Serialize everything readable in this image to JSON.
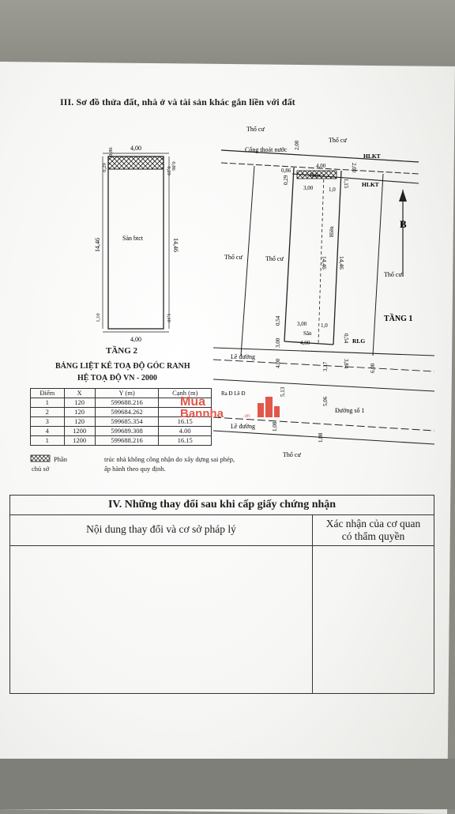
{
  "section3": {
    "title": "III. Sơ đồ thửa đất, nhà ở và tài sản khác gắn liền với đất"
  },
  "floor2": {
    "caption": "TẦNG 2",
    "room_label": "Sàn btct",
    "dim_top": "4,00",
    "dim_bottom": "4,00",
    "dim_left": "14,46",
    "dim_right": "14,46",
    "dim_tl_a": "0,29",
    "dim_tl_b": "0,86",
    "dim_tr_a": "0,29",
    "dim_tr_b": "0,86",
    "dim_bl": "1,10",
    "dim_br": "1,10"
  },
  "coord_table": {
    "title1": "BẢNG LIỆT KÊ TOẠ ĐỘ GÓC RANH",
    "title2": "HỆ TOẠ ĐỘ VN - 2000",
    "headers": [
      "Điểm",
      "X",
      "Y (m)",
      "Cạnh (m)"
    ],
    "rows": [
      {
        "pt": "1",
        "x": "120",
        "y": "599688.216",
        "edge": ""
      },
      {
        "pt": "2",
        "x": "120",
        "y": "599684.262",
        "edge": ""
      },
      {
        "pt": "3",
        "x": "120",
        "y": "599685.354",
        "edge": "16.15"
      },
      {
        "pt": "4",
        "x": "1200",
        "y": "599689.308",
        "edge": "4.00"
      },
      {
        "pt": "1",
        "x": "1200",
        "y": "599688.216",
        "edge": "16.15"
      }
    ],
    "note_line1": "Phần",
    "note_line1b": "trúc nhà không công nhận do xây dựng sai phép,",
    "note_line2": "chủ sở",
    "note_line2b": "ấp hành theo quy định."
  },
  "site_plan": {
    "tho_cu_top1": "Thổ cư",
    "tho_cu_top2": "Thổ cư",
    "cong_thoat_nuoc": "Cống thoát nước",
    "hlkt_top": "HLKT",
    "hlkt_mid": "HLKT",
    "tho_cu_left": "Thổ cư",
    "tho_cu_mid": "Thổ cư",
    "tho_cu_right": "Thổ cư",
    "tho_cu_bottom": "Thổ cư",
    "north": "B",
    "floor1_caption": "TẦNG 1",
    "hien": "Hiên",
    "hien_mid": "Hiên",
    "san": "Sân",
    "rlg": "RLG",
    "le_duong_1": "Lề đường",
    "le_duong_2": "Lề đường",
    "road_label": "Đường số 1",
    "road_setback": "Ra Đ Lề Đ",
    "dims": {
      "d_200": "2,00",
      "d_400a": "4,00",
      "d_086": "0,86",
      "d_029": "0,29",
      "d_300a": "3,00",
      "d_10a": "1,0",
      "d_115": "1,15",
      "d_200b": "2,00",
      "d_1446a": "14,46",
      "d_1446b": "14,46",
      "d_054a": "0,54",
      "d_300b": "3,00",
      "d_10b": "1,0",
      "d_300c": "3,00",
      "d_400b": "4,00",
      "d_054b": "0,54",
      "d_400c": "4,00",
      "d_384": "3,84",
      "d_600": "6,00",
      "d_317": "3,17",
      "d_513": "5,13",
      "d_506": "5,06",
      "d_108a": "1,08",
      "d_108b": "1,08"
    }
  },
  "section4": {
    "title": "IV. Những thay đổi sau khi cấp giấy chứng nhận",
    "col1": "Nội dung thay đổi và cơ sở pháp lý",
    "col2_line1": "Xác nhận của cơ quan",
    "col2_line2": "có thẩm quyền"
  },
  "watermark": {
    "line1": "Mua",
    "line2": "Bannha",
    "suffix": ".vn",
    "color": "#e2574c"
  }
}
